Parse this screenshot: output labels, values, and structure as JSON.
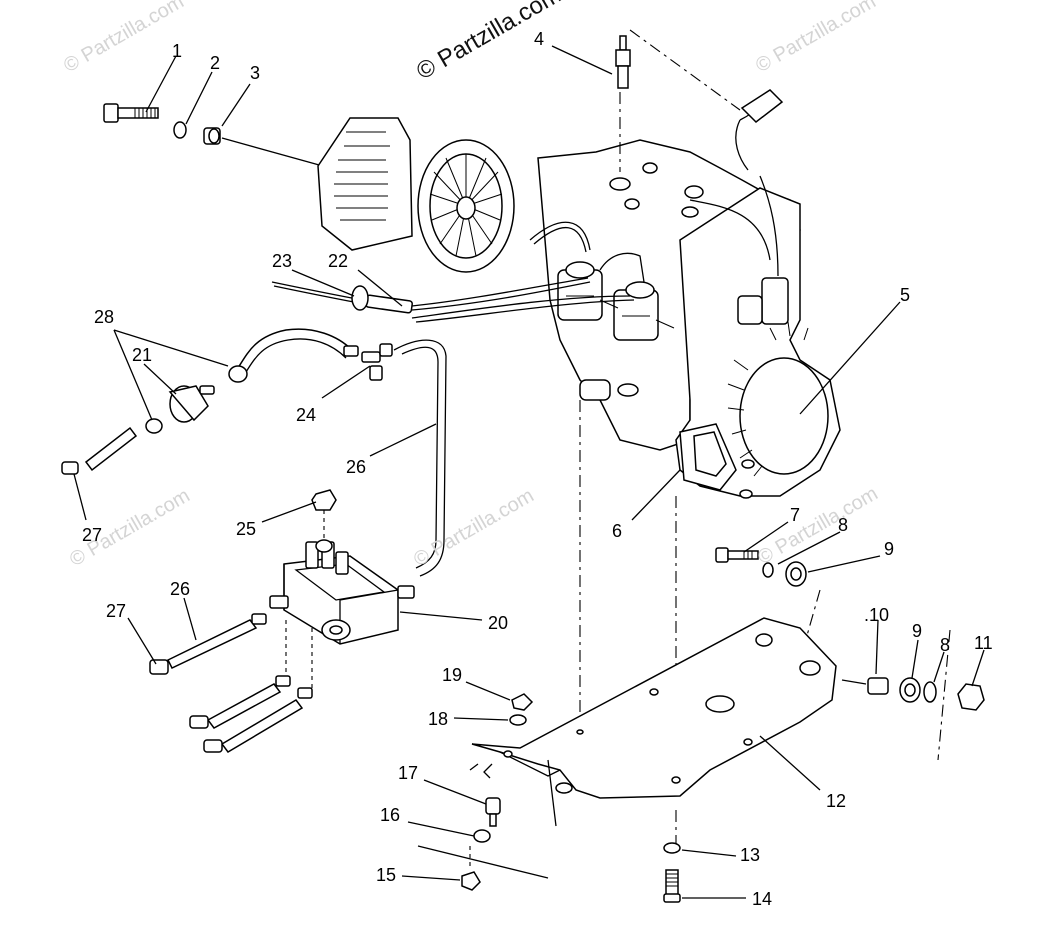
{
  "watermarks": {
    "main": "© Partzilla.com",
    "repeat": "© Partzilla.com"
  },
  "callouts": [
    {
      "id": "1",
      "text": "1"
    },
    {
      "id": "2",
      "text": "2"
    },
    {
      "id": "3",
      "text": "3"
    },
    {
      "id": "4",
      "text": "4"
    },
    {
      "id": "5",
      "text": "5"
    },
    {
      "id": "6",
      "text": "6"
    },
    {
      "id": "7",
      "text": "7"
    },
    {
      "id": "8a",
      "text": "8"
    },
    {
      "id": "9a",
      "text": "9"
    },
    {
      "id": "10",
      "text": ".10"
    },
    {
      "id": "9b",
      "text": "9"
    },
    {
      "id": "8b",
      "text": "8"
    },
    {
      "id": "11",
      "text": "11"
    },
    {
      "id": "12",
      "text": "12"
    },
    {
      "id": "13",
      "text": "13"
    },
    {
      "id": "14",
      "text": "14"
    },
    {
      "id": "15",
      "text": "15"
    },
    {
      "id": "16",
      "text": "16"
    },
    {
      "id": "17",
      "text": "17"
    },
    {
      "id": "18",
      "text": "18"
    },
    {
      "id": "19",
      "text": "19"
    },
    {
      "id": "20",
      "text": "20"
    },
    {
      "id": "21",
      "text": "21"
    },
    {
      "id": "22",
      "text": "22"
    },
    {
      "id": "23",
      "text": "23"
    },
    {
      "id": "24",
      "text": "24"
    },
    {
      "id": "25",
      "text": "25"
    },
    {
      "id": "26a",
      "text": "26"
    },
    {
      "id": "26b",
      "text": "26"
    },
    {
      "id": "27a",
      "text": "27"
    },
    {
      "id": "27b",
      "text": "27"
    },
    {
      "id": "28",
      "text": "28"
    }
  ]
}
